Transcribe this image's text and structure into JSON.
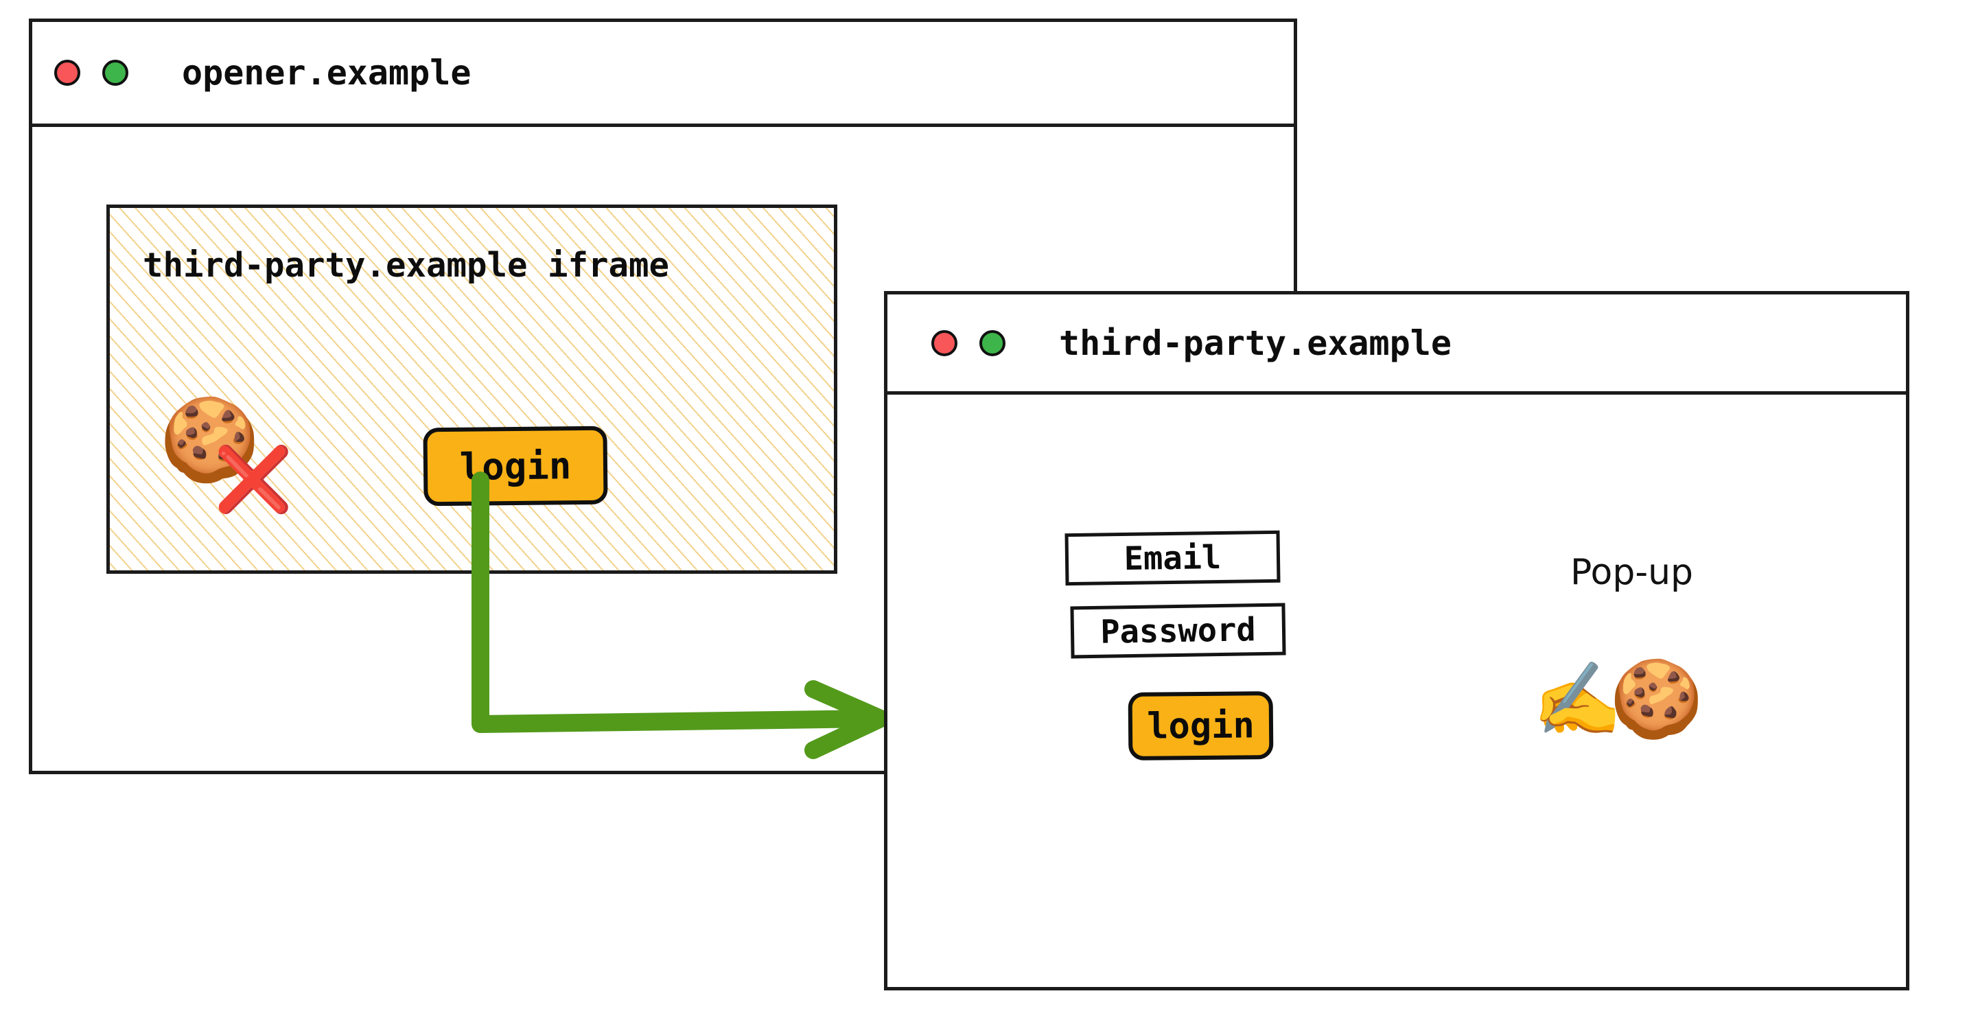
{
  "opener_window": {
    "title": "opener.example",
    "traffic_lights": [
      {
        "name": "close-dot",
        "color": "#f9565a"
      },
      {
        "name": "minimize-dot",
        "color": "#3db54a"
      }
    ],
    "iframe": {
      "label": "third-party.example iframe",
      "blocked_cookie": {
        "cookie_icon": "🍪",
        "blocked_icon": "❌"
      },
      "login_button": "login"
    }
  },
  "popup_window": {
    "title": "third-party.example",
    "annotation": "Pop-up",
    "traffic_lights": [
      {
        "name": "close-dot",
        "color": "#f9565a"
      },
      {
        "name": "minimize-dot",
        "color": "#3db54a"
      }
    ],
    "form": {
      "email_field": "Email",
      "password_field": "Password",
      "login_button": "login"
    },
    "signed_cookie": {
      "writing_hand_icon": "✍️",
      "cookie_icon": "🍪"
    }
  },
  "flow_arrow": {
    "label": "",
    "color": "#539a1b",
    "from": "iframe-login-button",
    "to": "popup-window"
  },
  "colors": {
    "accent_orange": "#f9b115",
    "arrow_green": "#539a1b",
    "hatch_gold": "#f0ca78",
    "outline_black": "#1b1b1b",
    "dot_red": "#f9565a",
    "dot_green": "#3db54a"
  }
}
